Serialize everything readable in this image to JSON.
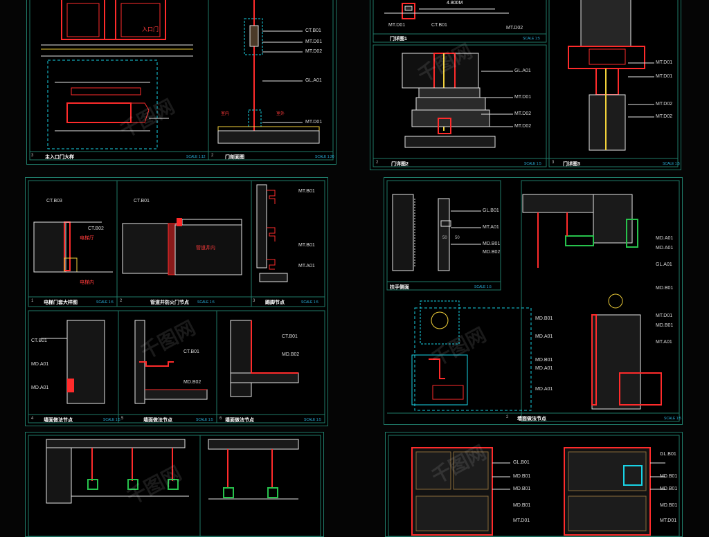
{
  "colors": {
    "frame": "#1f7a68",
    "cyan": "#19d3e6",
    "red": "#ff2b2b",
    "yellow": "#f2d13a",
    "white": "#e6e6e6",
    "green": "#27c24c"
  },
  "sheet1": {
    "title_a": "主入口门大样",
    "scale_a": "SCALE 1:12",
    "num_a": "3",
    "title_b": "门剖面图",
    "scale_b": "SCALE 1:20",
    "num_b": "2",
    "entry_label": "入口门",
    "tags": [
      "CT.B01",
      "MT.D01",
      "MT.D02",
      "GL.A01",
      "MT.D01"
    ],
    "room_labels": [
      "室内",
      "室外"
    ]
  },
  "sheet2": {
    "dim": "4.800M",
    "title_a": "门详图1",
    "scale_a": "SCALE 1:5",
    "tags_top": [
      "CT.B01",
      "MT.D01",
      "MT.D02"
    ],
    "tags_mid": [
      "GL.A01",
      "MT.D01",
      "MT.D02",
      "MT.D02"
    ],
    "tags_right": [
      "MT.D01",
      "MT.D01",
      "MT.D02",
      "MT.D02"
    ],
    "title_b": "门详图2",
    "scale_b": "SCALE 1:5",
    "num_b": "2",
    "title_c": "门详图3",
    "scale_c": "SCALE 1:5",
    "num_c": "3"
  },
  "sheet3": {
    "tags_a": [
      "CT.B03",
      "CT.B02"
    ],
    "elev_in": "电梯厅",
    "elev_out": "电梯内",
    "pipe_label": "管道井内",
    "tags_b": [
      "CT.B01"
    ],
    "tags_c": [
      "MT.B01",
      "MT.B01",
      "MT.A01"
    ],
    "title_1": "电梯门套大样图",
    "scale_1": "SCALE 1:5",
    "num_1": "1",
    "title_2": "管道井防火门节点",
    "scale_2": "SCALE 1:5",
    "num_2": "2",
    "title_3": "踢脚节点",
    "scale_3": "SCALE 1:5",
    "num_3": "3",
    "tags_d": [
      "CT.B01",
      "MD.A01",
      "MD.A01"
    ],
    "tags_e": [
      "CT.B01",
      "MD.B02"
    ],
    "tags_f": [
      "CT.B01",
      "MD.B02"
    ],
    "title_4": "墙面做法节点",
    "scale_4": "SCALE 1:5",
    "num_4": "4",
    "title_5": "墙面做法节点",
    "scale_5": "SCALE 1:5",
    "num_5": "5",
    "title_6": "墙面做法节点",
    "scale_6": "SCALE 1:5",
    "num_6": "6"
  },
  "sheet4": {
    "dims": [
      "50",
      "50"
    ],
    "tags_a": [
      "GL.B01",
      "MT.A01",
      "MD.B01",
      "MD.B02"
    ],
    "title_a": "扶手侧面",
    "scale_a": "SCALE 1:5",
    "tags_b": [
      "MD.A01",
      "MD.A01",
      "GL.A01",
      "MD.B01",
      "MT.D01",
      "MD.B01",
      "MT.A01"
    ],
    "tags_c": [
      "MD.B01",
      "MD.A01",
      "MD.B01",
      "MD.A01",
      "MD.A01"
    ],
    "title_b": "墙面做法节点",
    "scale_b": "SCALE 1:5",
    "num_b": "2"
  },
  "sheet6": {
    "tags_a": [
      "GL.B01",
      "MD.B01",
      "MD.B01",
      "MD.B01",
      "MT.D01"
    ],
    "tags_b": [
      "GL.B01",
      "MD.B01",
      "MD.B01",
      "MD.B01",
      "MT.D01"
    ]
  },
  "watermark": "千图网"
}
